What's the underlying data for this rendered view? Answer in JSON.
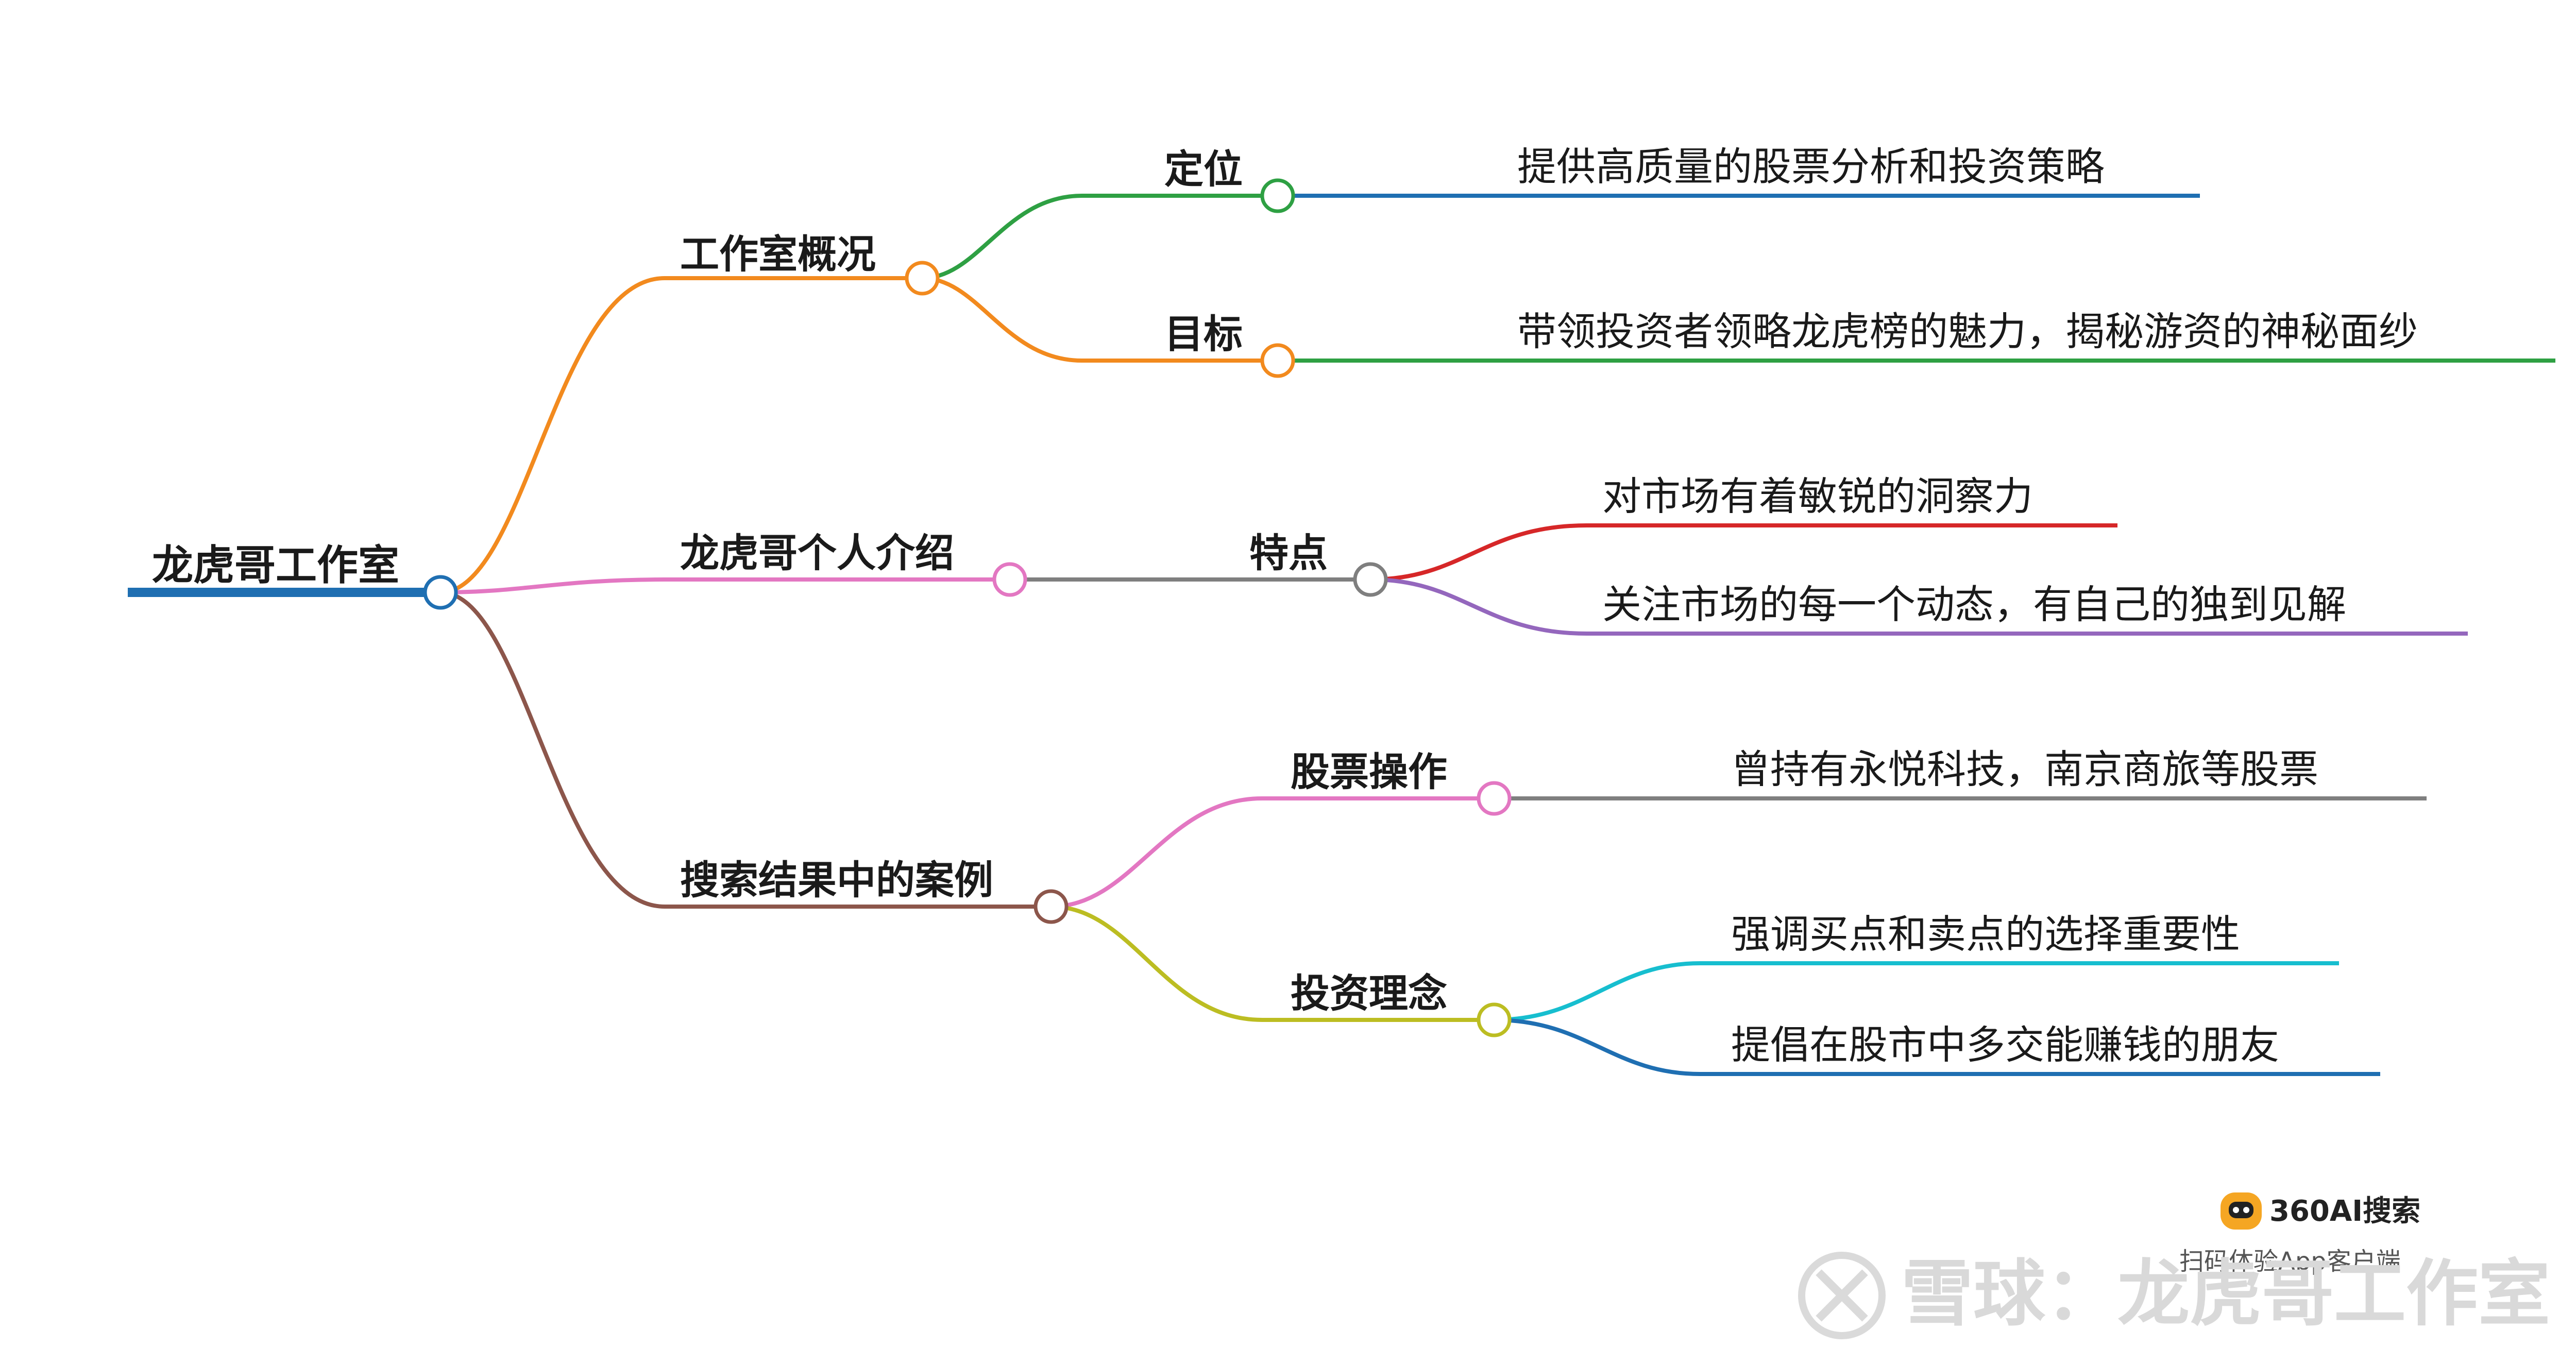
{
  "root": {
    "label": "龙虎哥工作室",
    "color": "#1f6fb2"
  },
  "branches": [
    {
      "label": "工作室概况",
      "color": "#f28a1e",
      "children": [
        {
          "label": "定位",
          "color": "#2ea043",
          "leaf": "提供高质量的股票分析和投资策略",
          "leaf_color": "#1f6fb2"
        },
        {
          "label": "目标",
          "color": "#f28a1e",
          "leaf": "带领投资者领略龙虎榜的魅力，揭秘游资的神秘面纱",
          "leaf_color": "#2ea043"
        }
      ]
    },
    {
      "label": "龙虎哥个人介绍",
      "color": "#e377c2",
      "children": [
        {
          "label": "特点",
          "color": "#7f7f7f",
          "leaves": [
            {
              "text": "对市场有着敏锐的洞察力",
              "color": "#d62728"
            },
            {
              "text": "关注市场的每一个动态，有自己的独到见解",
              "color": "#9467bd"
            }
          ]
        }
      ]
    },
    {
      "label": "搜索结果中的案例",
      "color": "#8c564b",
      "children": [
        {
          "label": "股票操作",
          "color": "#e377c2",
          "leaf": "曾持有永悦科技，南京商旅等股票",
          "leaf_color": "#7f7f7f"
        },
        {
          "label": "投资理念",
          "color": "#bcbd22",
          "leaves": [
            {
              "text": "强调买点和卖点的选择重要性",
              "color": "#17becf"
            },
            {
              "text": "提倡在股市中多交能赚钱的朋友",
              "color": "#1f6fb2"
            }
          ]
        }
      ]
    }
  ],
  "brand": {
    "name": "360AI搜索",
    "subtitle": "扫码体验App客户端"
  },
  "watermark": {
    "text": "雪球：龙虎哥工作室"
  }
}
